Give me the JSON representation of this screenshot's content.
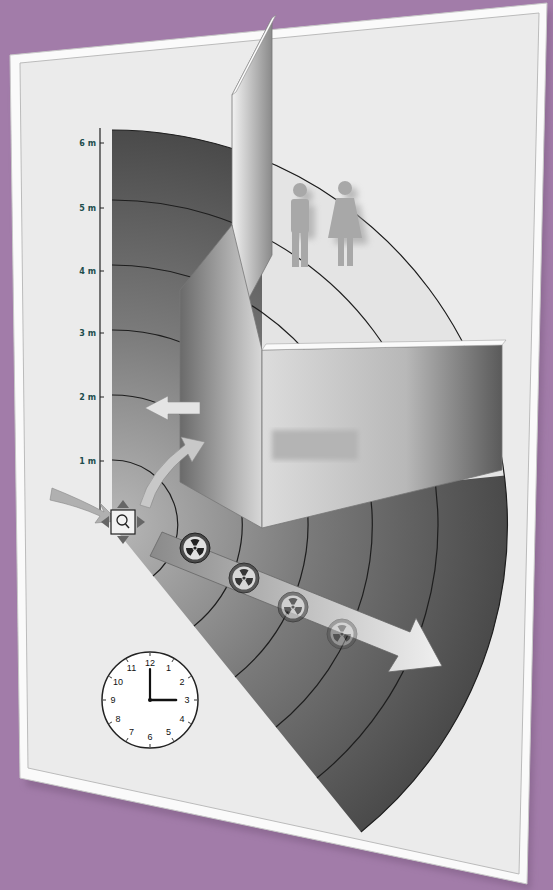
{
  "diagram": {
    "labels": [
      "6 m",
      "5 m",
      "4 m",
      "3 m",
      "2 m",
      "1 m",
      "12",
      "1",
      "2",
      "3",
      "4",
      "5",
      "6",
      "7",
      "8",
      "9",
      "10",
      "11"
    ]
  }
}
